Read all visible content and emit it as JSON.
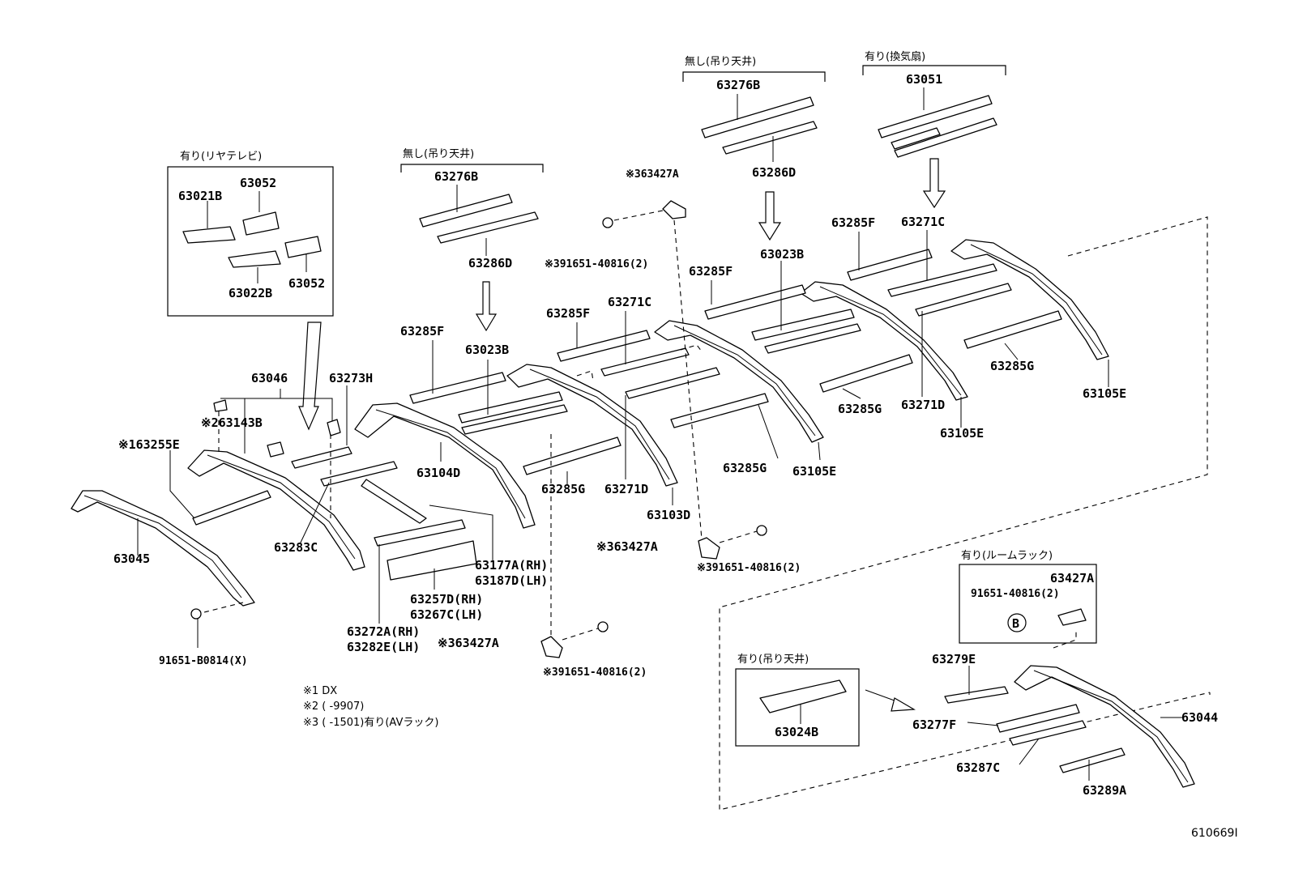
{
  "headers": {
    "rear_tv": "有り(リヤテレビ)",
    "hanging_ceiling_none_1": "無し(吊り天井)",
    "hanging_ceiling_none_2": "無し(吊り天井)",
    "vent_fan": "有り(換気扇)",
    "room_rack": "有り(ルームラック)",
    "hanging_ceiling_yes": "有り(吊り天井)"
  },
  "parts": {
    "p63021B": "63021B",
    "p63052a": "63052",
    "p63022B": "63022B",
    "p63052b": "63052",
    "p63276B_1": "63276B",
    "p63286D_1": "63286D",
    "p63276B_2": "63276B",
    "p63286D_2": "63286D",
    "p63051": "63051",
    "p63427A_top": "※363427A",
    "p391651_top": "※391651-40816(2)",
    "p63023B_1": "63023B",
    "p63023B_2": "63023B",
    "p63285F_1": "63285F",
    "p63285F_2": "63285F",
    "p63285F_3": "63285F",
    "p63285F_4": "63285F",
    "p63271C_1": "63271C",
    "p63271C_2": "63271C",
    "p63046": "63046",
    "p63273H": "63273H",
    "p63143B": "※263143B",
    "p63255E": "※163255E",
    "p63104D": "63104D",
    "p63285G_1": "63285G",
    "p63285G_2": "63285G",
    "p63285G_3": "63285G",
    "p63285G_4": "63285G",
    "p63271D_1": "63271D",
    "p63271D_2": "63271D",
    "p63105E_1": "63105E",
    "p63105E_2": "63105E",
    "p63105E_3": "63105E",
    "p63103D": "63103D",
    "p63045": "63045",
    "p63283C": "63283C",
    "p63177A": "63177A(RH)",
    "p63187D": "63187D(LH)",
    "p63257D": "63257D(RH)",
    "p63267C": "63267C(LH)",
    "p63272A": "63272A(RH)",
    "p63282E": "63282E(LH)",
    "p63427A_mid": "※363427A",
    "p391651_mid": "※391651-40816(2)",
    "p63427A_bot": "※363427A",
    "p391651_bot": "※391651-40816(2)",
    "p91651B": "91651-B0814(X)",
    "p63427A_rack": "63427A",
    "p91651_rack": "91651-40816(2)",
    "callout_B": "B",
    "p63279E": "63279E",
    "p63277F": "63277F",
    "p63044": "63044",
    "p63287C": "63287C",
    "p63289A": "63289A",
    "p63024B": "63024B"
  },
  "notes": {
    "n1": "※1 DX",
    "n2": "※2 (       -9907)",
    "n3": "※3 (       -1501)有り(AVラック)"
  },
  "drawing_code": "610669I"
}
